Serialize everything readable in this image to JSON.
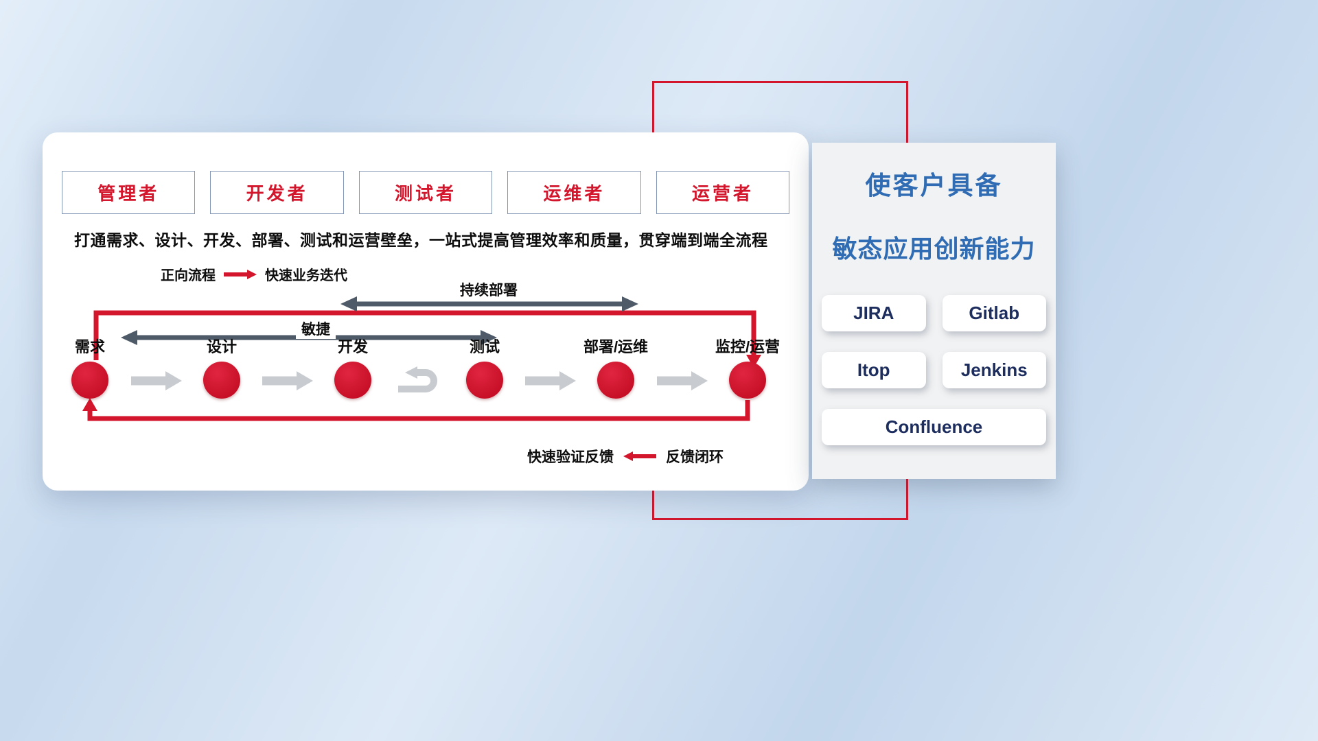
{
  "roles": {
    "items": [
      {
        "label": "管理者"
      },
      {
        "label": "开发者"
      },
      {
        "label": "测试者"
      },
      {
        "label": "运维者"
      },
      {
        "label": "运营者"
      }
    ]
  },
  "description": "打通需求、设计、开发、部署、测试和运营壁垒，一站式提高管理效率和质量，贯穿端到端全流程",
  "legend": {
    "forward_label": "正向流程",
    "forward_value": "快速业务迭代",
    "feedback_value": "快速验证反馈",
    "feedback_label": "反馈闭环"
  },
  "flow": {
    "agile_label": "敏捷",
    "cd_label": "持续部署",
    "stages": [
      {
        "label": "需求"
      },
      {
        "label": "设计"
      },
      {
        "label": "开发"
      },
      {
        "label": "测试"
      },
      {
        "label": "部署/运维"
      },
      {
        "label": "监控/运营"
      }
    ]
  },
  "panel": {
    "title_line1": "使客户具备",
    "title_line2": "敏态应用创新能力",
    "tools": [
      {
        "label": "JIRA"
      },
      {
        "label": "Gitlab"
      },
      {
        "label": "Itop"
      },
      {
        "label": "Jenkins"
      },
      {
        "label": "Confluence"
      }
    ]
  },
  "colors": {
    "accent_red": "#d3162c",
    "title_blue": "#2f6cb3",
    "tool_navy": "#1c2d5e",
    "dark_arrow": "#4e5a68",
    "gray_arrow": "#c8ccd0"
  }
}
